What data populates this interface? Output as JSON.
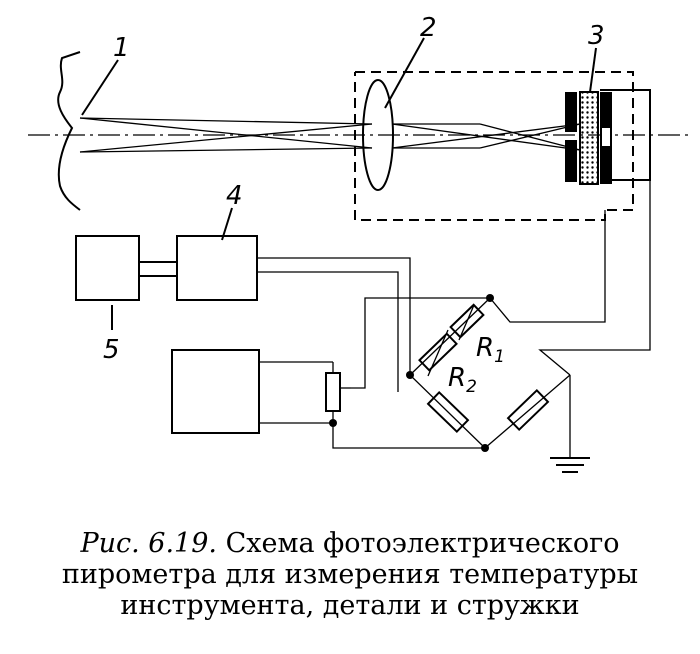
{
  "labels": {
    "l1": "1",
    "l2": "2",
    "l3": "3",
    "l4": "4",
    "l5": "5",
    "r1_letter": "R",
    "r1_sub": "1",
    "r2_letter": "R",
    "r2_sub": "2"
  },
  "caption": {
    "lead": "Рис. 6.19.",
    "line1": "Схема фотоэлектрического",
    "line2": "пирометра для измерения температуры",
    "line3": "инструмента, детали и стружки"
  }
}
